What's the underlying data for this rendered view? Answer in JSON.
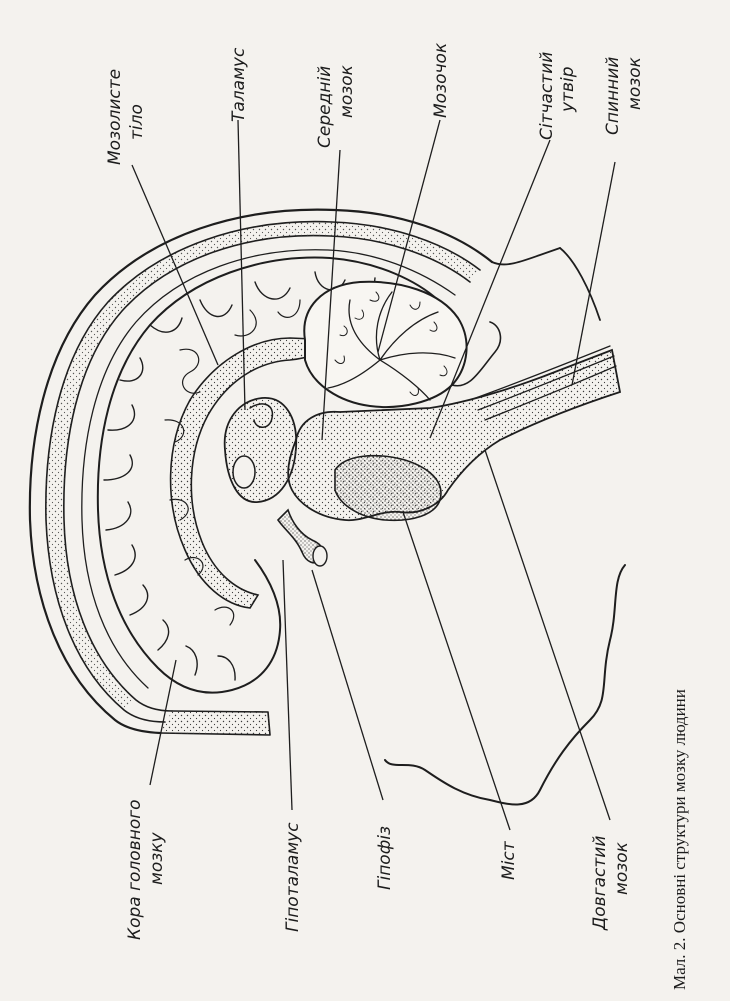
{
  "figure": {
    "caption": "Мал. 2. Основні структури мозку людини",
    "labels": {
      "corpus_callosum": [
        "Мозолисте",
        "тіло"
      ],
      "thalamus": [
        "Таламус"
      ],
      "midbrain": [
        "Середній",
        "мозок"
      ],
      "cerebellum": [
        "Мозочок"
      ],
      "reticular_formation": [
        "Сітчастий",
        "утвір"
      ],
      "spinal_cord": [
        "Спинний",
        "мозок"
      ],
      "cortex": [
        "Кора головного",
        "мозку"
      ],
      "hypothalamus": [
        "Гіпоталамус"
      ],
      "pituitary": [
        "Гіпофіз"
      ],
      "pons": [
        "Міст"
      ],
      "medulla": [
        "Довгастий",
        "мозок"
      ]
    }
  }
}
